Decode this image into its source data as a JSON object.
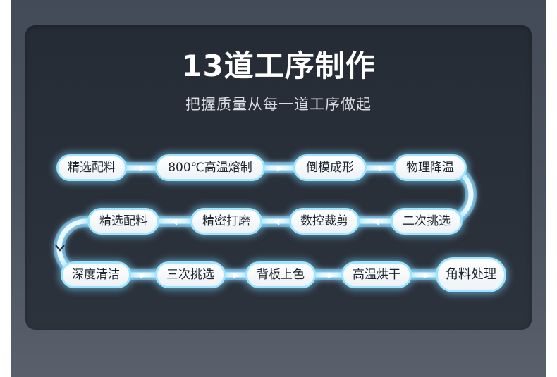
{
  "header": {
    "title": "13道工序制作",
    "subtitle": "把握质量从每一道工序做起"
  },
  "steps": [
    "精选配料",
    "800℃高温熔制",
    "倒模成形",
    "物理降温",
    "二次挑选",
    "裁剪",
    "精密打磨",
    "精选配料",
    "深度清洁",
    "三次挑选",
    "背板上色",
    "高温烘干",
    "角料处理"
  ],
  "colors": {
    "track_glow": "#8fdcff",
    "panel_bg": "#2a3039",
    "arrow": "#ffffff"
  }
}
